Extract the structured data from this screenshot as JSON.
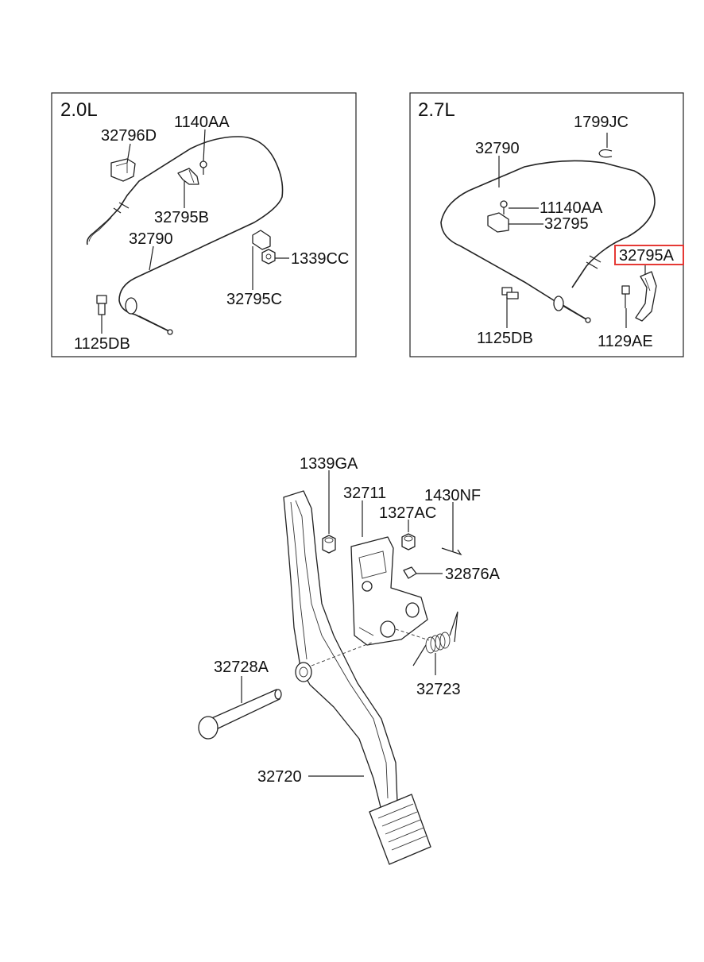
{
  "panels": {
    "left": {
      "title": "2.0L",
      "labels": {
        "p32796D": "32796D",
        "p1140AA": "1140AA",
        "p32795B": "32795B",
        "p32790": "32790",
        "p1339CC": "1339CC",
        "p32795C": "32795C",
        "p1125DB": "1125DB"
      }
    },
    "right": {
      "title": "2.7L",
      "labels": {
        "p1799JC": "1799JC",
        "p32790": "32790",
        "p11140AA": "11140AA",
        "p32795": "32795",
        "p32795A": "32795A",
        "p1125DB": "1125DB",
        "p1129AE": "1129AE"
      },
      "highlight_color": "#e53935"
    }
  },
  "pedal": {
    "labels": {
      "p1339GA": "1339GA",
      "p32711": "32711",
      "p1430NF": "1430NF",
      "p1327AC": "1327AC",
      "p32876A": "32876A",
      "p32723": "32723",
      "p32728A": "32728A",
      "p32720": "32720"
    }
  }
}
